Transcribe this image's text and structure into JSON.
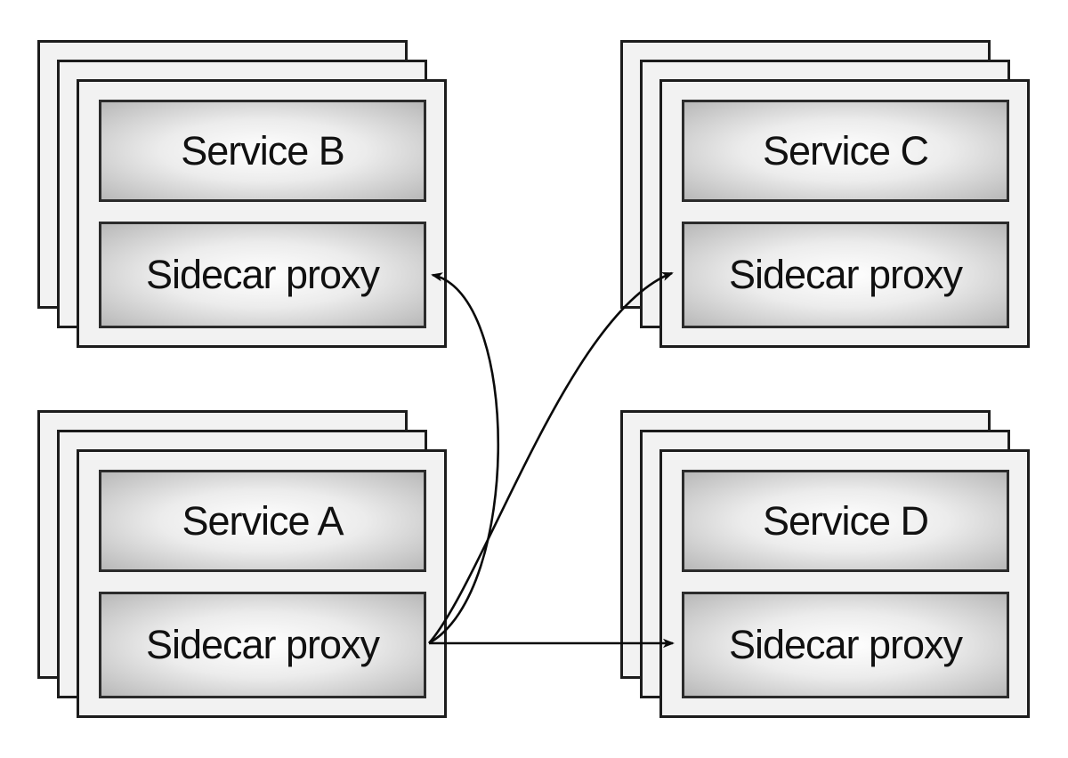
{
  "diagram": {
    "nodes": [
      {
        "id": "service-b",
        "position": "top-left",
        "service_label": "Service B",
        "proxy_label": "Sidecar proxy",
        "replicas_shown": 3
      },
      {
        "id": "service-c",
        "position": "top-right",
        "service_label": "Service C",
        "proxy_label": "Sidecar proxy",
        "replicas_shown": 3
      },
      {
        "id": "service-a",
        "position": "bottom-left",
        "service_label": "Service A",
        "proxy_label": "Sidecar proxy",
        "replicas_shown": 3
      },
      {
        "id": "service-d",
        "position": "bottom-right",
        "service_label": "Service D",
        "proxy_label": "Sidecar proxy",
        "replicas_shown": 3
      }
    ],
    "edges": [
      {
        "from": "service-a.sidecar-proxy",
        "to": "service-b.sidecar-proxy",
        "style": "curved-arrow"
      },
      {
        "from": "service-a.sidecar-proxy",
        "to": "service-c.sidecar-proxy",
        "style": "curved-arrow"
      },
      {
        "from": "service-a.sidecar-proxy",
        "to": "service-d.sidecar-proxy",
        "style": "straight-arrow"
      }
    ],
    "colors": {
      "background": "#ffffff",
      "card_fill": "#f2f2f2",
      "card_border": "#1c1c1c",
      "box_border": "#2b2b2b",
      "box_gradient_center": "#ffffff",
      "box_gradient_edge": "#b8b8b8",
      "arrow": "#0a0a0a",
      "text": "#111111"
    }
  }
}
